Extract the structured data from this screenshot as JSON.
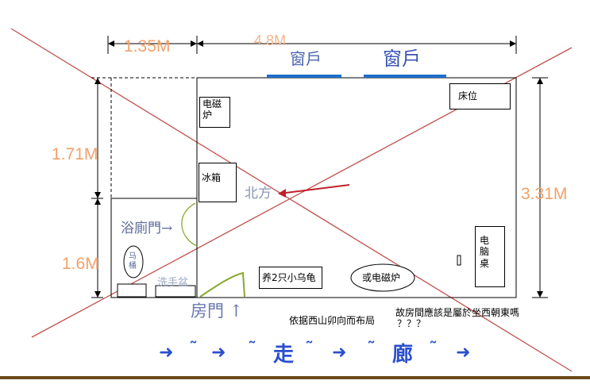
{
  "dimensions": {
    "width_left": "1.35M",
    "width_main": "4.8M",
    "height_upper_left": "1.71M",
    "height_lower_left": "1.6M",
    "height_right": "3.31M"
  },
  "windows": {
    "window_1": "窗戶",
    "window_2": "窗戶"
  },
  "furniture": {
    "induction_cooker": "电磁炉",
    "fridge": "冰箱",
    "bed": "床位",
    "computer_desk": "电脑桌",
    "turtles": "养2只小乌龟",
    "or_induction": "或电磁炉",
    "toilet": "马桶",
    "sink": "洗手盆"
  },
  "labels": {
    "north": "北方",
    "bathroom_door": "浴廁門→",
    "room_door": "房門 ↑",
    "layout_note": "依据西山卯向而布局",
    "question": "故房間應該是屬於坐西朝東嗎",
    "question_marks": "？？？"
  },
  "corridor": {
    "arrow": "➜",
    "tilde": "˜",
    "char_1": "走",
    "char_2": "廊"
  },
  "colors": {
    "window": "#1e6fc9",
    "cross_lines": "#c0504d",
    "dimension_text": "#f2a16a",
    "corridor": "#2a4fcf",
    "north_arrow": "#c0202a",
    "door_arc": "#8aa830",
    "bottom_bar": "#6b4a1a"
  }
}
